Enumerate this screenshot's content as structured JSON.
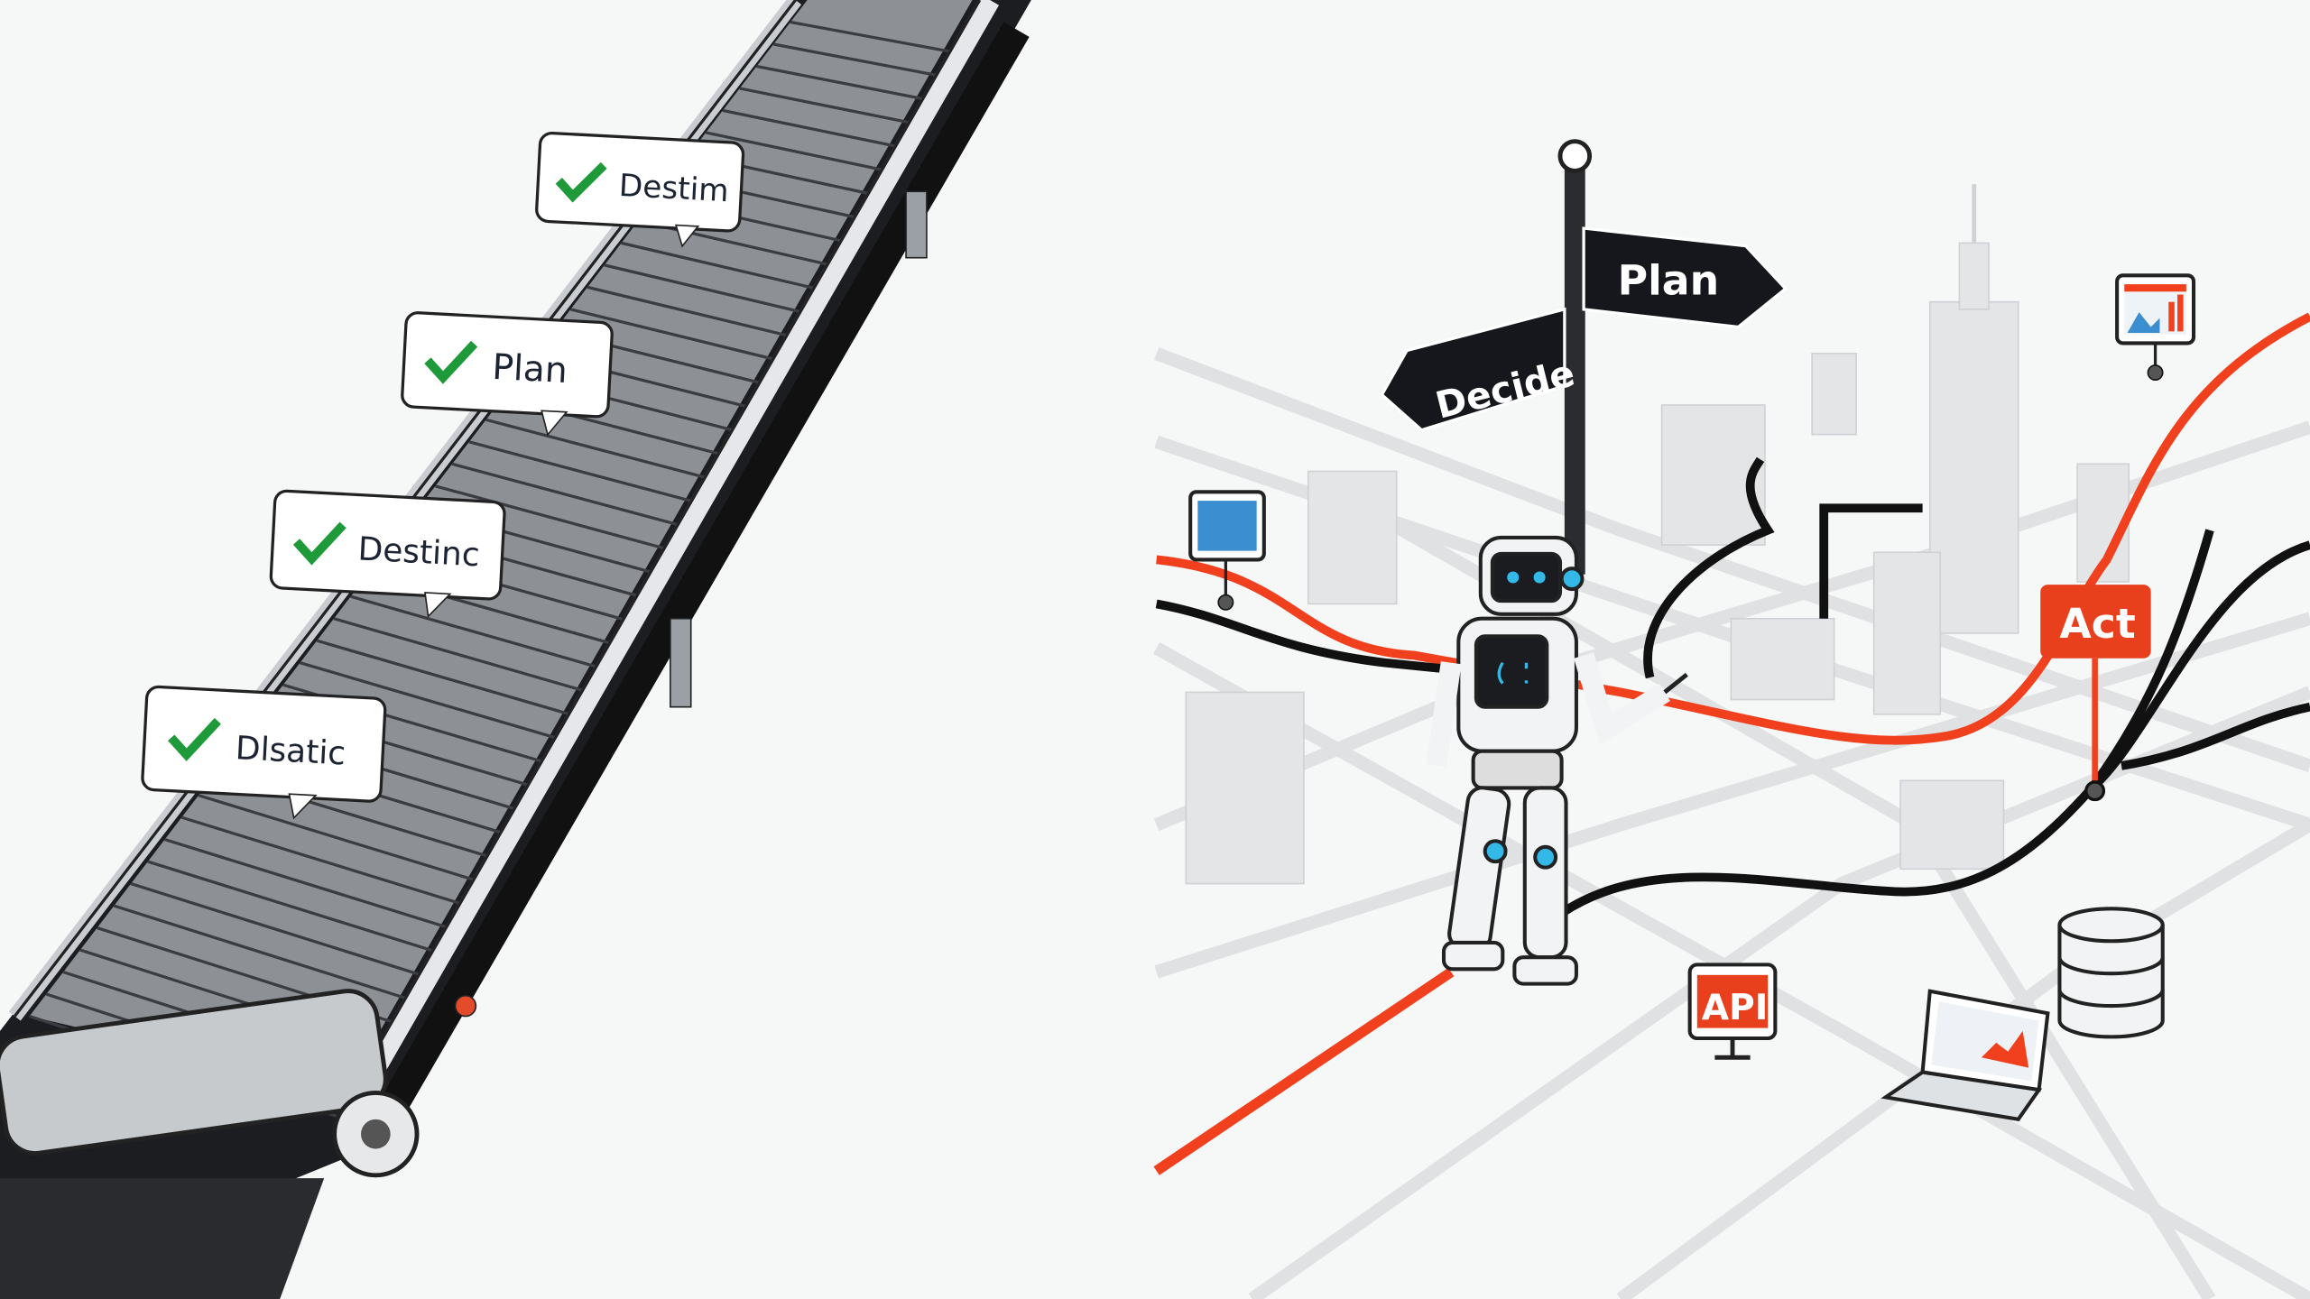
{
  "conveyor": {
    "labels": [
      {
        "text": "Destim",
        "icon": "check-icon"
      },
      {
        "text": "Plan",
        "icon": "check-icon"
      },
      {
        "text": "Destinc",
        "icon": "check-icon"
      },
      {
        "text": "Dlsatic",
        "icon": "check-icon"
      }
    ]
  },
  "city": {
    "signpost": {
      "right": "Plan",
      "left": "Decide"
    },
    "act_tag": "Act",
    "api_sign": "API"
  },
  "colors": {
    "check": "#1f9a3a",
    "route": "#f0401e",
    "sign": "#15171c",
    "robot_eyes": "#33b8e8",
    "background": "#f6f7f7"
  }
}
